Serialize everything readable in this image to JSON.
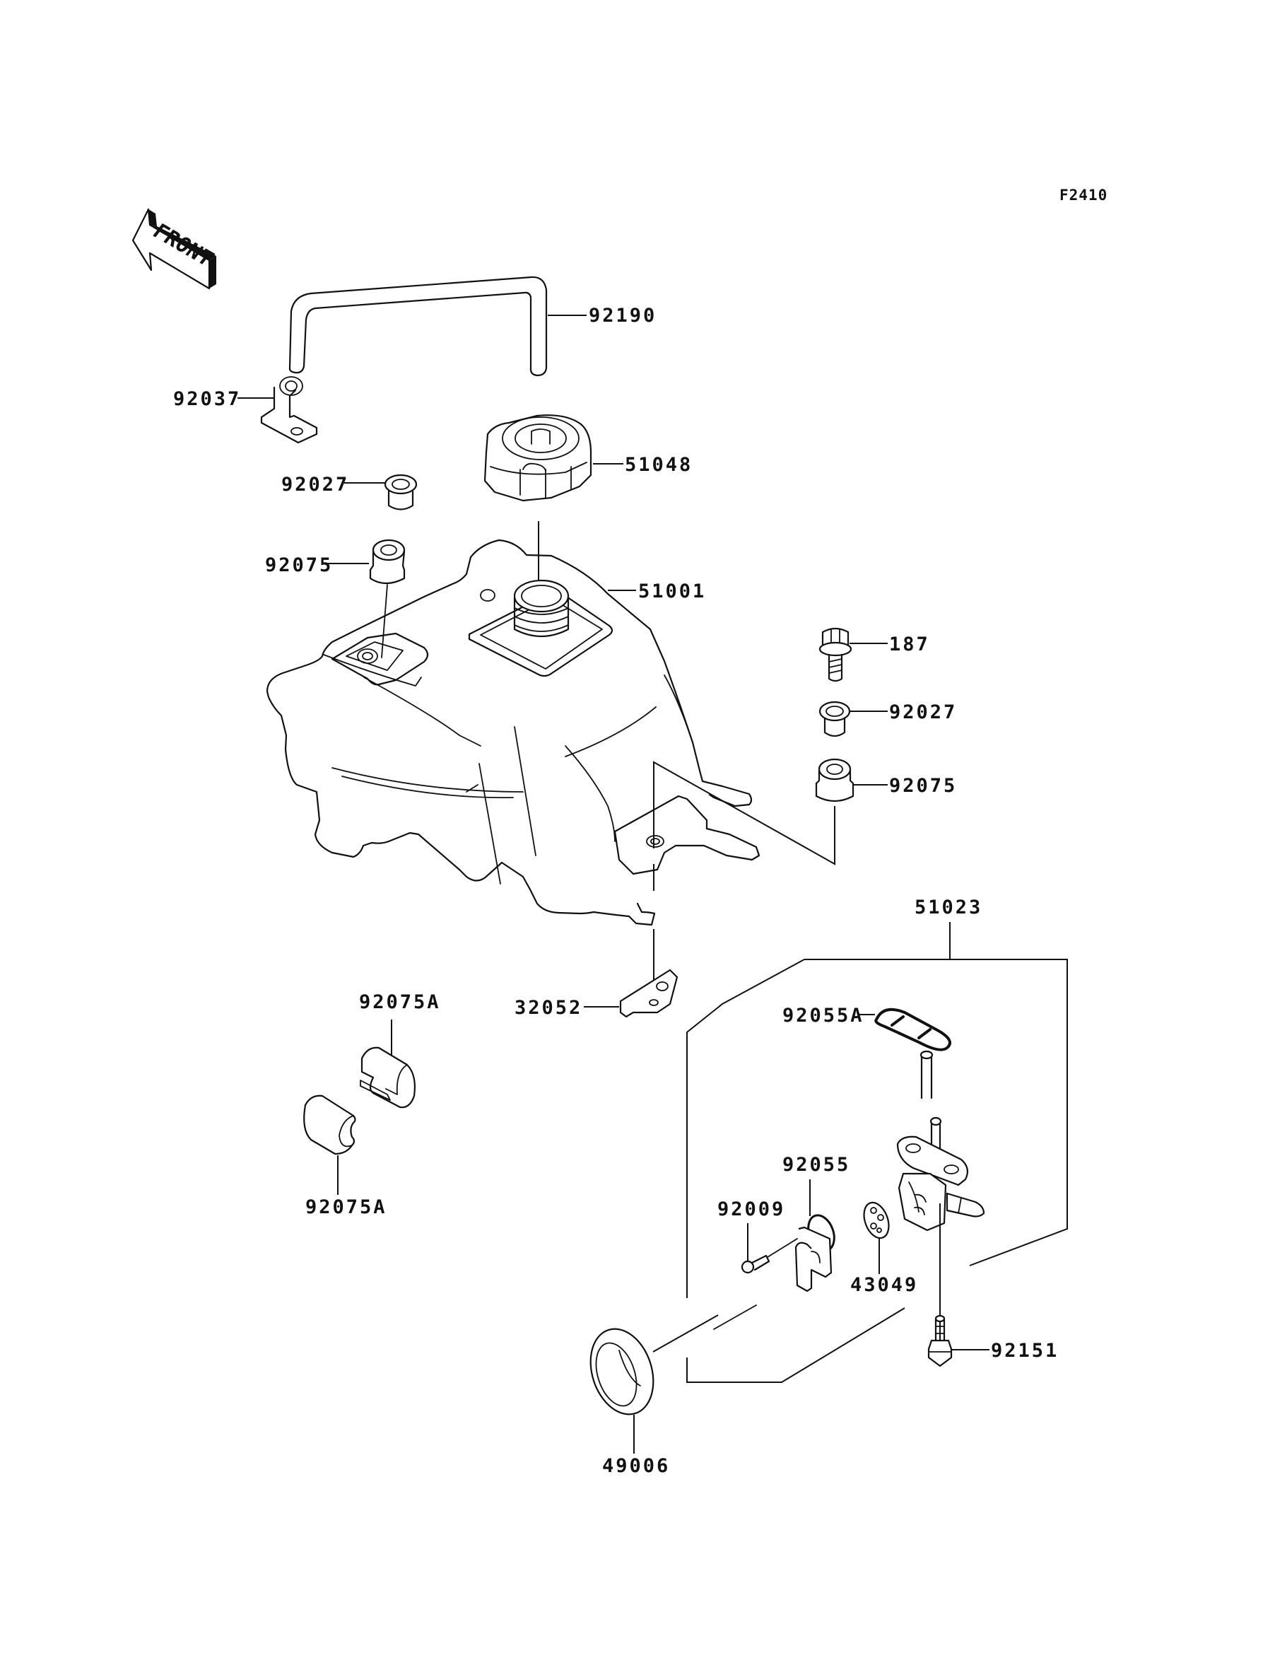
{
  "figure": {
    "number": "F2410",
    "direction_indicator": "FRONT",
    "title": "Fuel Tank"
  },
  "parts": {
    "p92190": "92190",
    "p92037": "92037",
    "p51048": "51048",
    "p92027_left": "92027",
    "p92075_left": "92075",
    "p51001": "51001",
    "p187": "187",
    "p92027_right": "92027",
    "p92075_right": "92075",
    "p51023": "51023",
    "p32052": "32052",
    "p92075A_top": "92075A",
    "p92075A_bottom": "92075A",
    "p92055A": "92055A",
    "p92055": "92055",
    "p92009": "92009",
    "p43049": "43049",
    "p92151": "92151",
    "p49006": "49006"
  }
}
